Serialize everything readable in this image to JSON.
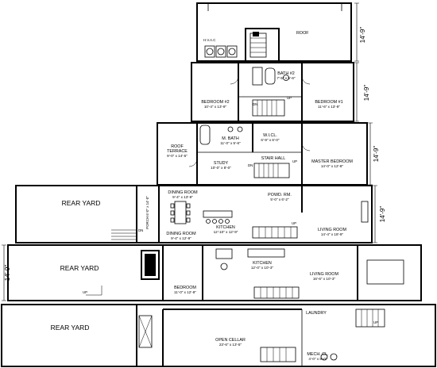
{
  "levels": {
    "roof": {
      "label": "ROOF",
      "height": "14'-9\"",
      "rooms": []
    },
    "third": {
      "height": "14'-9\"",
      "rooms": [
        {
          "name": "BEDROOM #2",
          "size": "10'-4\" x 13'-9\""
        },
        {
          "name": "BATH #2",
          "size": "7'-5\" x 5'-6\""
        },
        {
          "name": "BEDROOM #1",
          "size": "11'-6\" x 13'-9\""
        }
      ],
      "marks": {
        "dn": "DN",
        "up": "UP"
      }
    },
    "second": {
      "height": "14'-9\"",
      "rooms": [
        {
          "name": "ROOF\nTERRACE",
          "size": "9'-0\" x 14'-5\""
        },
        {
          "name": "M. BATH",
          "size": "11'-0\" x 5'-6\""
        },
        {
          "name": "W.I.CL.",
          "size": "6'-9\" x 6'-0\""
        },
        {
          "name": "STUDY",
          "size": "10'-0\" x 8'-0\""
        },
        {
          "name": "STAIR HALL",
          "size": ""
        },
        {
          "name": "MASTER BEDROOM",
          "size": "14'-0\" x 12'-8\""
        }
      ],
      "marks": {
        "dn": "DN",
        "up": "UP"
      }
    },
    "parlor": {
      "height": "14'-9\"",
      "yard": "REAR YARD",
      "porch": "PORCH\n6'-0\" x 14'-0\"",
      "rooms": [
        {
          "name": "DINING ROOM",
          "size": "9'-4\" x 13'-9\""
        },
        {
          "name": "POWD. RM.",
          "size": "5'-0\" x 6'-2\""
        },
        {
          "name": "DINING ROOM",
          "size": "9'-4\" x 12'-9\""
        },
        {
          "name": "KITCHEN",
          "size": "12'-10\" x 12'-9\""
        },
        {
          "name": "LIVING ROOM",
          "size": "14'-4\" x 18'-9\""
        }
      ],
      "marks": {
        "dn": "DN",
        "up": "UP"
      }
    },
    "garden": {
      "height": "14'-9\"",
      "yard": "REAR YARD",
      "rooms": [
        {
          "name": "BEDROOM",
          "size": "11'-0\" x 12'-9\""
        },
        {
          "name": "KITCHEN",
          "size": "12'-0\" x 10'-3\""
        },
        {
          "name": "LIVING ROOM",
          "size": "16'-6\" x 10'-3\""
        }
      ],
      "marks": {
        "up": "UP"
      }
    },
    "cellar": {
      "yard": "REAR YARD",
      "rooms": [
        {
          "name": "OPEN CELLAR",
          "size": "23'-6\" x 13'-5\""
        },
        {
          "name": "LAUNDRY",
          "size": ""
        },
        {
          "name": "MECH. CL.",
          "size": "4'-0\" x 8'-0\""
        }
      ],
      "marks": {
        "up": "UP"
      }
    }
  }
}
